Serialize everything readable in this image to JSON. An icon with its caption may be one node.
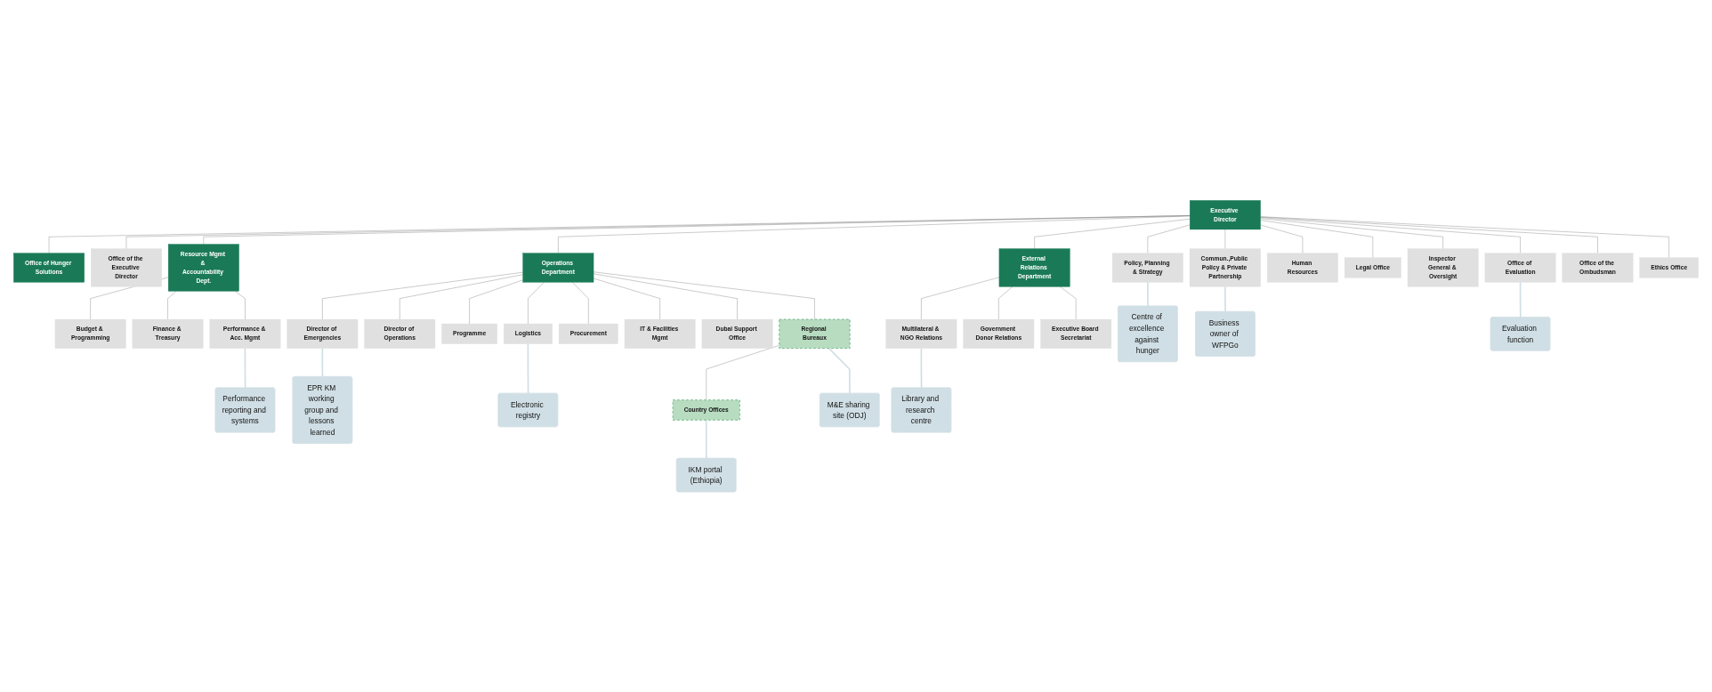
{
  "diagram": {
    "nodes": [
      {
        "text": [
          "Executive Director"
        ]
      },
      {
        "text": [
          "Office of Hunger Solutions"
        ]
      },
      {
        "text": [
          "Office of the Executive Director"
        ]
      },
      {
        "text": [
          "Resource Mgmt & Accountability Dept."
        ]
      },
      {
        "text": [
          "Operations Department"
        ]
      },
      {
        "text": [
          "External Relations Department"
        ]
      },
      {
        "text": [
          "Budget & Programming"
        ]
      },
      {
        "text": [
          "Finance & Treasury"
        ]
      },
      {
        "text": [
          "Performance & Acc. Mgmt"
        ]
      },
      {
        "text": [
          "Director of Emergencies"
        ]
      },
      {
        "text": [
          "Director of Operations"
        ]
      },
      {
        "text": [
          "Multilateral & NGO Relations"
        ]
      },
      {
        "text": [
          "Government Donor Relations"
        ]
      },
      {
        "text": [
          "Executive Board Secretariat"
        ]
      },
      {
        "text": [
          "Programme"
        ]
      },
      {
        "text": [
          "Logistics"
        ]
      },
      {
        "text": [
          "Procurement"
        ]
      },
      {
        "text": [
          "IT & Facilities Mgmt"
        ]
      },
      {
        "text": [
          "Dubai Support Office"
        ]
      },
      {
        "text": [
          "Regional Bureaux"
        ]
      },
      {
        "text": [
          "Country Offices"
        ]
      },
      {
        "text": [
          "Policy, Planning & Strategy"
        ]
      },
      {
        "text": [
          "Commun.,Public Policy & Private Partnership"
        ]
      },
      {
        "text": [
          "Human Resources"
        ]
      },
      {
        "text": [
          "Legal Office"
        ]
      },
      {
        "text": [
          "Inspector General & Oversight"
        ]
      },
      {
        "text": [
          "Office of Evaluation"
        ]
      },
      {
        "text": [
          "Office of the Ombudsman"
        ]
      },
      {
        "text": [
          "Ethics Office"
        ]
      },
      {
        "text": [
          "Library and research centre"
        ]
      },
      {
        "text": [
          "Performance reporting and systems"
        ]
      },
      {
        "text": [
          "Centre of excellence against hunger"
        ]
      },
      {
        "text": [
          "Business owner of WFPGo"
        ]
      },
      {
        "text": [
          "Evaluation function"
        ]
      },
      {
        "text": [
          "Electronic registry"
        ]
      },
      {
        "text": [
          "EPR KM working group and lessons learned"
        ]
      },
      {
        "text": [
          "M&E sharing site (ODJ)"
        ]
      },
      {
        "text": [
          "IKM portal (Ethiopia)"
        ]
      }
    ],
    "edges": [
      {
        "from": 0,
        "to": 1,
        "arrow": "none"
      },
      {
        "from": 0,
        "to": 2,
        "arrow": "none"
      },
      {
        "from": 0,
        "to": 3,
        "arrow": "none"
      },
      {
        "from": 0,
        "to": 4,
        "arrow": "none"
      },
      {
        "from": 0,
        "to": 5,
        "arrow": "none"
      },
      {
        "from": 3,
        "to": 6,
        "arrow": "none"
      },
      {
        "from": 3,
        "to": 7,
        "arrow": "none"
      },
      {
        "from": 3,
        "to": 8,
        "arrow": "none"
      },
      {
        "from": 4,
        "to": 9,
        "arrow": "none"
      },
      {
        "from": 4,
        "to": 10,
        "arrow": "none"
      },
      {
        "from": 5,
        "to": 11,
        "arrow": "none"
      },
      {
        "from": 5,
        "to": 12,
        "arrow": "none"
      },
      {
        "from": 5,
        "to": 13,
        "arrow": "none"
      },
      {
        "from": 4,
        "to": 14,
        "arrow": "none"
      },
      {
        "from": 4,
        "to": 15,
        "arrow": "none"
      },
      {
        "from": 4,
        "to": 16,
        "arrow": "none"
      },
      {
        "from": 4,
        "to": 17,
        "arrow": "none"
      },
      {
        "from": 4,
        "to": 18,
        "arrow": "none"
      },
      {
        "from": 4,
        "to": 19,
        "arrow": "none"
      },
      {
        "from": 19,
        "to": 20,
        "arrow": "none"
      },
      {
        "from": 0,
        "to": 21,
        "arrow": "none"
      },
      {
        "from": 0,
        "to": 22,
        "arrow": "none"
      },
      {
        "from": 0,
        "to": 23,
        "arrow": "none"
      },
      {
        "from": 0,
        "to": 24,
        "arrow": "none"
      },
      {
        "from": 0,
        "to": 25,
        "arrow": "none"
      },
      {
        "from": 0,
        "to": 26,
        "arrow": "none"
      },
      {
        "from": 0,
        "to": 27,
        "arrow": "none"
      },
      {
        "from": 0,
        "to": 28,
        "arrow": "none"
      },
      {
        "from": 11,
        "to": 29,
        "arrow": "none",
        "color": "#d0dfe5"
      },
      {
        "from": 8,
        "to": 30,
        "arrow": "none",
        "color": "#d0dfe5"
      },
      {
        "from": 21,
        "to": 31,
        "arrow": "none",
        "color": "#d0dfe5"
      },
      {
        "from": 22,
        "to": 32,
        "arrow": "none",
        "color": "#d0dfe5"
      },
      {
        "from": 26,
        "to": 33,
        "arrow": "none",
        "color": "#d0dfe5"
      },
      {
        "from": 15,
        "to": 34,
        "arrow": "none",
        "color": "#d0dfe5"
      },
      {
        "from": 9,
        "to": 35,
        "arrow": "none",
        "color": "#d0dfe5"
      },
      {
        "from": 19,
        "to": 36,
        "arrow": "none",
        "color": "#d0dfe5"
      },
      {
        "from": 20,
        "to": 37,
        "arrow": "none",
        "color": "#d0dfe5"
      }
    ]
  }
}
